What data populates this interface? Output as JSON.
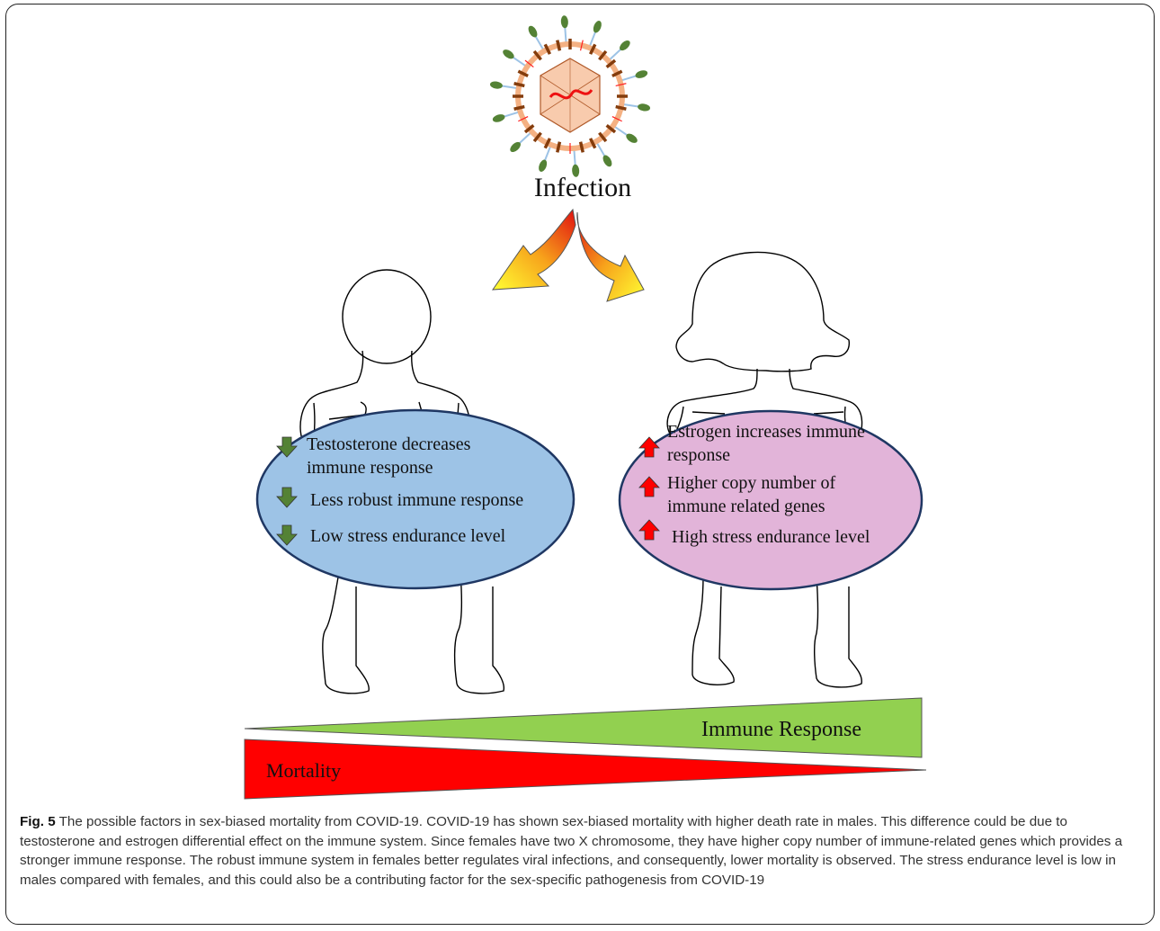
{
  "infection_label": "Infection",
  "male_panel": {
    "items": [
      {
        "text_lines": [
          "Testosterone decreases",
          "immune response"
        ],
        "direction": "down"
      },
      {
        "text_lines": [
          "Less robust immune response"
        ],
        "direction": "down"
      },
      {
        "text_lines": [
          "Low stress endurance level"
        ],
        "direction": "down"
      }
    ]
  },
  "female_panel": {
    "items": [
      {
        "text_lines": [
          "Estrogen increases immune",
          "response"
        ],
        "direction": "up"
      },
      {
        "text_lines": [
          "Higher copy number of",
          "immune related genes"
        ],
        "direction": "up"
      },
      {
        "text_lines": [
          "High stress endurance level"
        ],
        "direction": "up"
      }
    ]
  },
  "gradients": {
    "immune_response_label": "Immune Response",
    "mortality_label": "Mortality"
  },
  "colors": {
    "male_ellipse": "#9dc3e6",
    "female_ellipse": "#e2b4d9",
    "down_arrow": "#548235",
    "up_arrow": "#ff0000",
    "immune_wedge": "#92d050",
    "mortality_wedge": "#ff0000"
  },
  "caption": {
    "label": "Fig. 5",
    "text": "The possible factors in sex-biased mortality from COVID-19. COVID-19 has shown sex-biased mortality with higher death rate in males. This difference could be due to testosterone and estrogen differential effect on the immune system. Since females have two X chromosome, they have higher copy number of immune-related genes which provides a stronger immune response. The robust immune system in females better regulates viral infections, and consequently, lower mortality is observed. The stress endurance level is low in males compared with females, and this could also be a contributing factor for the sex-specific pathogenesis from COVID-19"
  }
}
